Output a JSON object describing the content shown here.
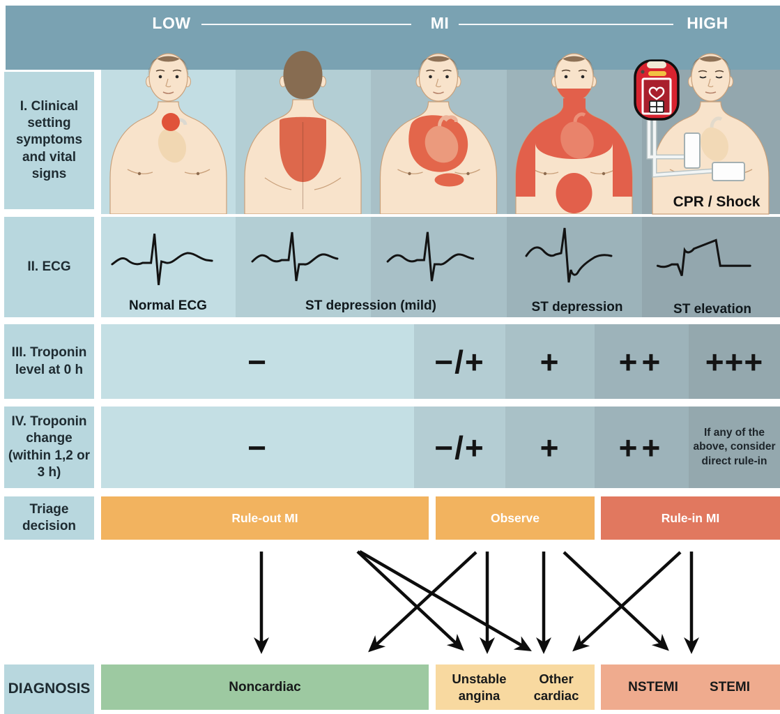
{
  "header": {
    "low": "LOW",
    "mid": "MI",
    "high": "HIGH"
  },
  "labels": {
    "clinical": "I. Clinical setting symptoms and vital signs",
    "ecg": "II. ECG",
    "troponin0": "III. Troponin level at 0 h",
    "troponin_change": "IV. Troponin change (within 1,2 or 3 h)",
    "triage": "Triage decision",
    "diagnosis": "DIAGNOSIS"
  },
  "clinical": {
    "cpr": "CPR / Shock"
  },
  "ecg": {
    "captions": [
      "Normal ECG",
      "ST depression (mild)",
      "ST depression",
      "ST elevation"
    ]
  },
  "troponin0": {
    "cells": [
      "−",
      "−/+",
      "+",
      "++",
      "+++"
    ]
  },
  "troponin_change": {
    "cells": [
      "−",
      "−/+",
      "+",
      "++"
    ],
    "note": "If any of the above, consider direct rule-in"
  },
  "triage": {
    "ruleout": "Rule-out MI",
    "observe": "Observe",
    "rulein": "Rule-in MI"
  },
  "diagnosis": {
    "noncardiac": "Noncardiac",
    "unstable": "Unstable angina",
    "other": "Other cardiac",
    "nstemi": "NSTEMI",
    "stemi": "STEMI"
  },
  "flows": [
    {
      "from": "Rule-out MI",
      "to": "Noncardiac"
    },
    {
      "from": "Rule-out MI",
      "to": "Unstable angina"
    },
    {
      "from": "Rule-out MI",
      "to": "Other cardiac"
    },
    {
      "from": "Observe",
      "to": "Noncardiac"
    },
    {
      "from": "Observe",
      "to": "Unstable angina"
    },
    {
      "from": "Observe",
      "to": "Other cardiac"
    },
    {
      "from": "Observe",
      "to": "NSTEMI"
    },
    {
      "from": "Rule-in MI",
      "to": "Other cardiac"
    },
    {
      "from": "Rule-in MI",
      "to": "NSTEMI / STEMI"
    }
  ],
  "palette": {
    "header_bg": "#7aa2b2",
    "label_bg": "#b8d7de",
    "risk_column_bgs": [
      "#c2dde3",
      "#b3ced4",
      "#a8c0c7",
      "#9cb3ba",
      "#93a7ae"
    ],
    "triage_orange": "#f2b35f",
    "triage_red": "#e1785f",
    "diagnosis_green": "#9dc9a1",
    "diagnosis_peach": "#f8d9a0",
    "diagnosis_salmon": "#efab8e",
    "pain_red": "#e3664b",
    "skin": "#f8e3cb",
    "hair": "#8d7156",
    "aed_red": "#d7232f",
    "arrow_black": "#0d0d0d"
  }
}
